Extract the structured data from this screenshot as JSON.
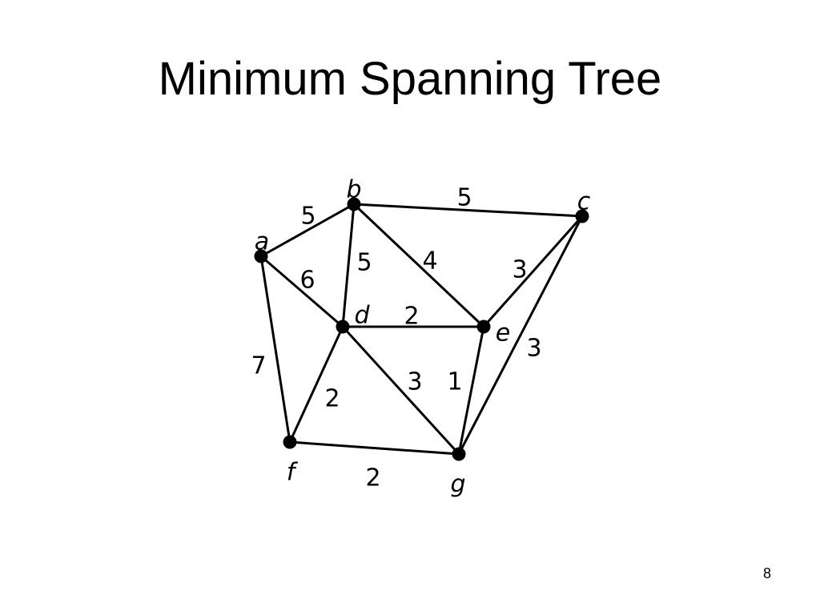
{
  "slide": {
    "title": "Minimum Spanning Tree",
    "page_number": "8"
  },
  "graph": {
    "nodes": [
      {
        "id": "a",
        "label": "a"
      },
      {
        "id": "b",
        "label": "b"
      },
      {
        "id": "c",
        "label": "c"
      },
      {
        "id": "d",
        "label": "d"
      },
      {
        "id": "e",
        "label": "e"
      },
      {
        "id": "f",
        "label": "f"
      },
      {
        "id": "g",
        "label": "g"
      }
    ],
    "edges": [
      {
        "from": "a",
        "to": "b",
        "weight": "5"
      },
      {
        "from": "b",
        "to": "c",
        "weight": "5"
      },
      {
        "from": "b",
        "to": "d",
        "weight": "5"
      },
      {
        "from": "b",
        "to": "e",
        "weight": "4"
      },
      {
        "from": "a",
        "to": "d",
        "weight": "6"
      },
      {
        "from": "c",
        "to": "e",
        "weight": "3"
      },
      {
        "from": "d",
        "to": "e",
        "weight": "2"
      },
      {
        "from": "c",
        "to": "g",
        "weight": "3"
      },
      {
        "from": "a",
        "to": "f",
        "weight": "7"
      },
      {
        "from": "d",
        "to": "f",
        "weight": "2"
      },
      {
        "from": "d",
        "to": "g",
        "weight": "3"
      },
      {
        "from": "e",
        "to": "g",
        "weight": "1"
      },
      {
        "from": "f",
        "to": "g",
        "weight": "2"
      }
    ]
  }
}
